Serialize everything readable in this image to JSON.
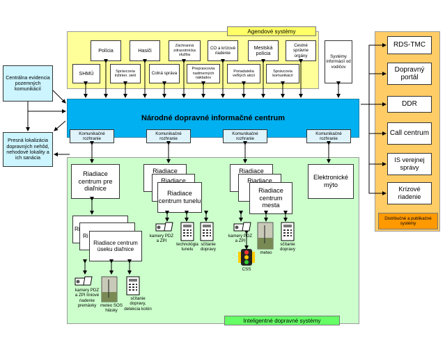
{
  "agendove": {
    "title": "Agendové systémy",
    "top_boxes": [
      "Polícia",
      "Hasiči",
      "Záchranná zdravotnícka služba",
      "CO a krízové riadenie",
      "Mestská polícia",
      "Cestné správne orgány"
    ],
    "bottom_boxes": [
      "SHMÚ",
      "Správcovia inžinier. sietí",
      "Colná správa",
      "Prepravcovia nadmerných nákladov",
      "Poriadatelia veľkých akcií",
      "Správcovia komunikácií"
    ]
  },
  "systemy_vodicov": "Systémy informácií od vodičov",
  "central_evidence": "Centrálna evidencia pozemných komunikácií",
  "localization": "Presná lokalizácia dopravných nehôd, nehodové lokality a ich sanácia",
  "ndic": "Národné dopravné informačné centrum",
  "interfaces": [
    "Komunikačné rozhranie",
    "Komunikačné rozhranie",
    "Komunikačné rozhranie",
    "Komunikačné rozhranie"
  ],
  "distribution": {
    "title": "Distribučné a publikačné systémy",
    "items": [
      "RDS-TMC",
      "Dopravný portál",
      "DDR",
      "Call centrum",
      "IS verejnej správy",
      "Krízové riadenie"
    ]
  },
  "its": {
    "title": "Inteligentné dopravné systémy",
    "highway_center": "Riadiace centrum pre diaľnice",
    "highway_stack_partial_1": "Ri",
    "highway_stack_partial_2": "Ri ús",
    "highway_section": "Riadiace centrum úseku diaľnice",
    "tunnel_stack_1": "Riadiace",
    "tunnel_stack_2": "Riadiace",
    "tunnel_center": "Riadiace centrum tunelu",
    "city_stack_1": "Riadiace",
    "city_stack_2": "Riadiace",
    "city_center": "Riadiace centrum mesta",
    "toll": "Elektronické mýto",
    "highway_devices": [
      "kamery PDZ a ZPI líniové riadenie premávky",
      "meteo SOS hlásky",
      "sčítanie dopravy, detekcia kolón"
    ],
    "tunnel_devices": [
      "kamery PDZ a ZPI",
      "technológia tunelu",
      "sčítanie dopravy"
    ],
    "city_devices": [
      "kamery PDZ a ZPI",
      "meteo",
      "sčítanie dopravy",
      "CSS"
    ]
  },
  "colors": {
    "agendove_bg": "#ffff99",
    "tag_yellow": "#ffff66",
    "ndic_bg": "#00b0f0",
    "its_bg": "#ccffcc",
    "tag_green": "#66ff66",
    "dist_bg": "#ffcc66",
    "tag_orange": "#ff9900",
    "left_blue": "#ccf5ff"
  }
}
